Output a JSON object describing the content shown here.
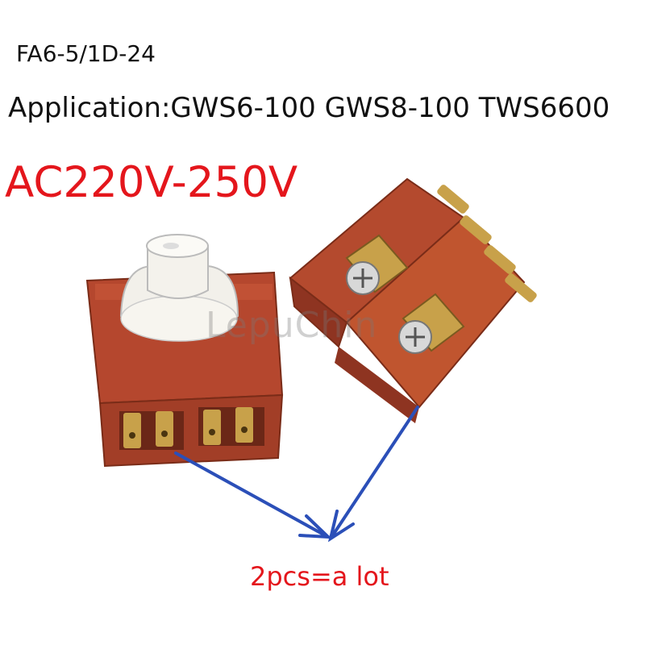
{
  "header": {
    "model": "FA6-5/1D-24",
    "application": "Application:GWS6-100 GWS8-100 TWS6600"
  },
  "voltage": "AC220V-250V",
  "quantity": "2pcs=a lot",
  "watermark": "LepuChin",
  "colors": {
    "title_text": "#111111",
    "highlight_red": "#e4161c",
    "switch_body": "#b5472e",
    "arrow_blue": "#2b4fb8",
    "terminal_brass": "#c8a14a"
  }
}
